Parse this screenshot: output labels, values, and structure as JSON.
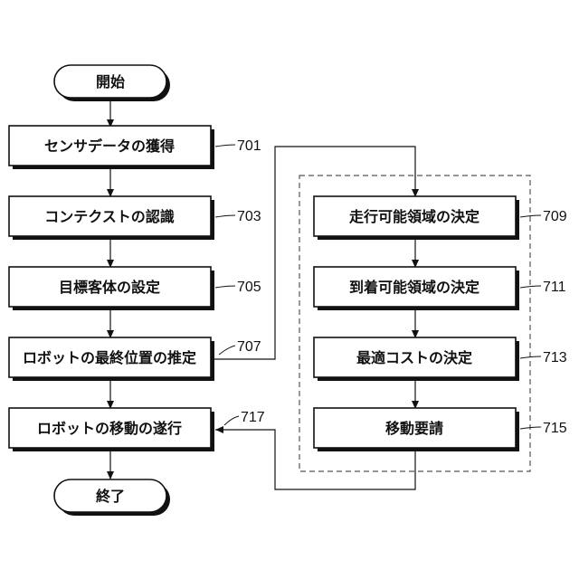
{
  "flowchart": {
    "start": "開始",
    "end": "終了",
    "steps": [
      {
        "label": "センサデータの獲得",
        "ref": "701"
      },
      {
        "label": "コンテクストの認識",
        "ref": "703"
      },
      {
        "label": "目標客体の設定",
        "ref": "705"
      },
      {
        "label": "ロボットの最終位置の推定",
        "ref": "707"
      },
      {
        "label": "ロボットの移動の遂行",
        "ref": "717"
      }
    ],
    "sub_steps": [
      {
        "label": "走行可能領域の決定",
        "ref": "709"
      },
      {
        "label": "到着可能領域の決定",
        "ref": "711"
      },
      {
        "label": "最適コストの決定",
        "ref": "713"
      },
      {
        "label": "移動要請",
        "ref": "715"
      }
    ]
  }
}
